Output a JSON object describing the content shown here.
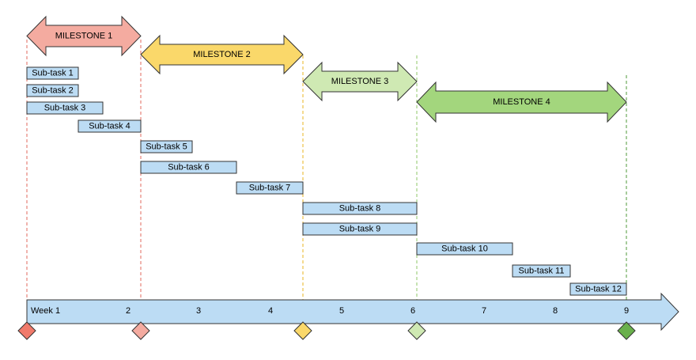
{
  "milestones": [
    {
      "label": "MILESTONE 1",
      "fill": "#f4aba0",
      "line": "#e06a5c"
    },
    {
      "label": "MILESTONE 2",
      "fill": "#fad86a",
      "line": "#e8b422"
    },
    {
      "label": "MILESTONE 3",
      "fill": "#cfe9b3",
      "line": "#8fc76a"
    },
    {
      "label": "MILESTONE 4",
      "fill": "#a3d67d",
      "line": "#4f9a3a"
    }
  ],
  "subtasks": [
    "Sub-task 1",
    "Sub-task 2",
    "Sub-task 3",
    "Sub-task 4",
    "Sub-task 5",
    "Sub-task 6",
    "Sub-task 7",
    "Sub-task 8",
    "Sub-task 9",
    "Sub-task 10",
    "Sub-task 11",
    "Sub-task 12"
  ],
  "timeline": {
    "labels": [
      "Week 1",
      "2",
      "3",
      "4",
      "5",
      "6",
      "7",
      "8",
      "9"
    ]
  },
  "markers": [
    {
      "fill": "#f07a6b"
    },
    {
      "fill": "#f4aba0"
    },
    {
      "fill": "#fad86a"
    },
    {
      "fill": "#cfe9b3"
    },
    {
      "fill": "#6ab04c"
    }
  ],
  "colors": {
    "task_fill": "#bcdcf4",
    "axis_fill": "#bcdcf4",
    "outline": "#333333"
  }
}
